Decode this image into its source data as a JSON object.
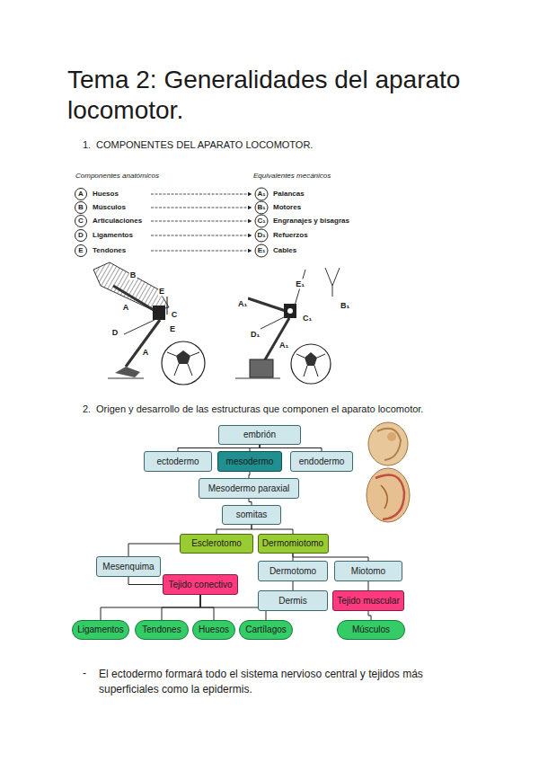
{
  "diagram": {
    "title": "Tema 2: Generalidades del aparato locomotor.",
    "nodes": [
      {
        "text": [
          "embrión"
        ]
      },
      {
        "text": [
          "ectodermo"
        ]
      },
      {
        "text": [
          "mesodermo"
        ]
      },
      {
        "text": [
          "endodermo"
        ]
      },
      {
        "text": [
          "Mesodermo paraxial"
        ]
      },
      {
        "text": [
          "somitas"
        ]
      },
      {
        "text": [
          "Esclerotomo"
        ]
      },
      {
        "text": [
          "Dermomiotomo"
        ]
      },
      {
        "text": [
          "Mesenquima"
        ]
      },
      {
        "text": [
          "Dermotomo"
        ]
      },
      {
        "text": [
          "Miotomo"
        ]
      },
      {
        "text": [
          "Tejido conectivo"
        ]
      },
      {
        "text": [
          "Dermis"
        ]
      },
      {
        "text": [
          "Tejido muscular"
        ]
      },
      {
        "text": [
          "Ligamentos"
        ]
      },
      {
        "text": [
          "Tendones"
        ]
      },
      {
        "text": [
          "Huesos"
        ]
      },
      {
        "text": [
          "Cartílagos"
        ]
      },
      {
        "text": [
          "Músculos"
        ]
      }
    ],
    "edges": [
      {
        "from": 0,
        "to": 1,
        "arrow": "none"
      },
      {
        "from": 0,
        "to": 2,
        "arrow": "none"
      },
      {
        "from": 0,
        "to": 3,
        "arrow": "none"
      },
      {
        "from": 2,
        "to": 4,
        "arrow": "none"
      },
      {
        "from": 4,
        "to": 5,
        "arrow": "none"
      },
      {
        "from": 5,
        "to": 6,
        "arrow": "none"
      },
      {
        "from": 5,
        "to": 7,
        "arrow": "none"
      },
      {
        "from": 6,
        "to": 8,
        "arrow": "none"
      },
      {
        "from": 8,
        "to": 11,
        "arrow": "none"
      },
      {
        "from": 11,
        "to": 14,
        "arrow": "none"
      },
      {
        "from": 11,
        "to": 15,
        "arrow": "none"
      },
      {
        "from": 11,
        "to": 16,
        "arrow": "none"
      },
      {
        "from": 11,
        "to": 17,
        "arrow": "none"
      },
      {
        "from": 7,
        "to": 9,
        "arrow": "none"
      },
      {
        "from": 7,
        "to": 10,
        "arrow": "none"
      },
      {
        "from": 9,
        "to": 12,
        "arrow": "none"
      },
      {
        "from": 10,
        "to": 13,
        "arrow": "none"
      },
      {
        "from": 13,
        "to": 18,
        "arrow": "none"
      }
    ],
    "labels": [
      "1.",
      "COMPONENTES DEL APARATO LOCOMOTOR.",
      "Componentes anatómicos",
      "Equivalentes mecánicos",
      "A",
      "B",
      "C",
      "D",
      "E",
      "Huesos",
      "Músculos",
      "Articulaciones",
      "Ligamentos",
      "Tendones",
      "A₁",
      "B₁",
      "C₁",
      "D₁",
      "E₁",
      "Palancas",
      "Motores",
      "Engranajes y bisagras",
      "Refuerzos",
      "Cables",
      "B",
      "E",
      "A",
      "C",
      "E",
      "D",
      "A",
      "E₁",
      "A₁",
      "C₁",
      "B₁",
      "D₁",
      "A₁",
      "2.",
      "Origen y desarrollo de las estructuras que componen el aparato locomotor.",
      "-",
      "El ectodermo formará todo el sistema nervioso central y tejidos más superficiales como la epidermis."
    ]
  }
}
